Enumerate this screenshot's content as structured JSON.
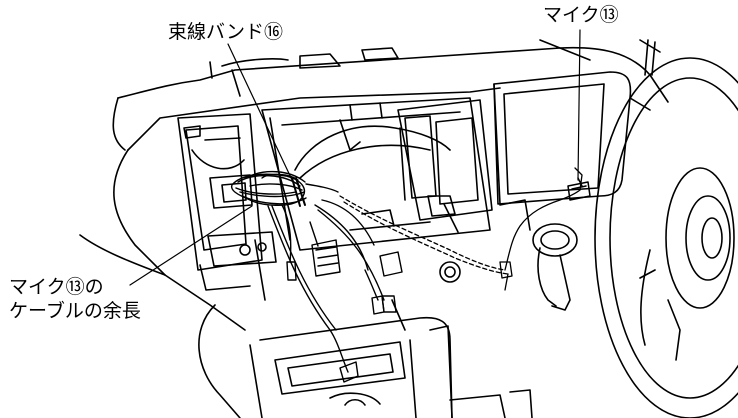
{
  "labels": {
    "cable_band": "束線バンド⑯",
    "microphone": "マイク⑬",
    "mic_cable_slack_line1": "マイク⑬の",
    "mic_cable_slack_line2": "ケーブルの余長"
  },
  "colors": {
    "line": "#000000",
    "background": "#ffffff"
  }
}
